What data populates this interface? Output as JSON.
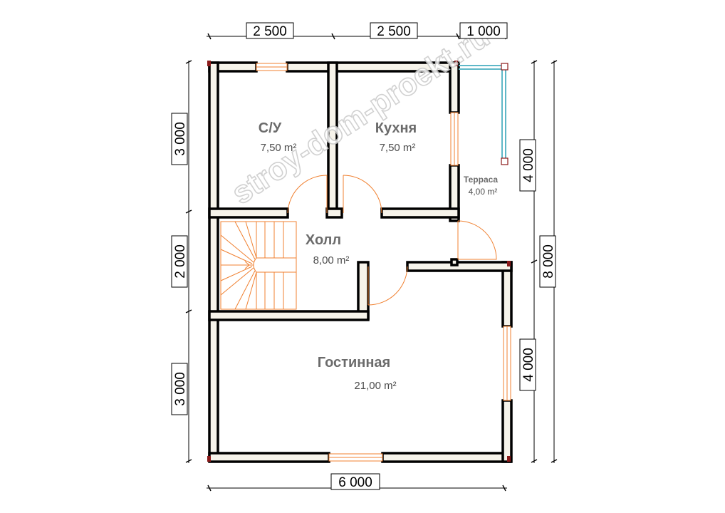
{
  "dimensions": {
    "top": [
      "2 500",
      "2 500",
      "1 000"
    ],
    "bottom": "6 000",
    "left": [
      "3 000",
      "2 000",
      "3 000"
    ],
    "right_inner": [
      "4 000",
      "4 000"
    ],
    "right_total": "8 000"
  },
  "rooms": [
    {
      "name": "С/У",
      "area": "7,50 m²"
    },
    {
      "name": "Кухня",
      "area": "7,50 m²"
    },
    {
      "name": "Холл",
      "area": "8,00 m²"
    },
    {
      "name": "Гостинная",
      "area": "21,00 m²"
    }
  ],
  "terrace": {
    "name": "Терраса",
    "area": "4,00 m²"
  },
  "watermark": "stroy-dom-proekt.ru",
  "colors": {
    "wall_fill": "#f6f3ea",
    "wall_stroke": "#000000",
    "openings": "#f08030",
    "railing": "#5fb8c8",
    "corner_posts": "#8b1a1a"
  }
}
